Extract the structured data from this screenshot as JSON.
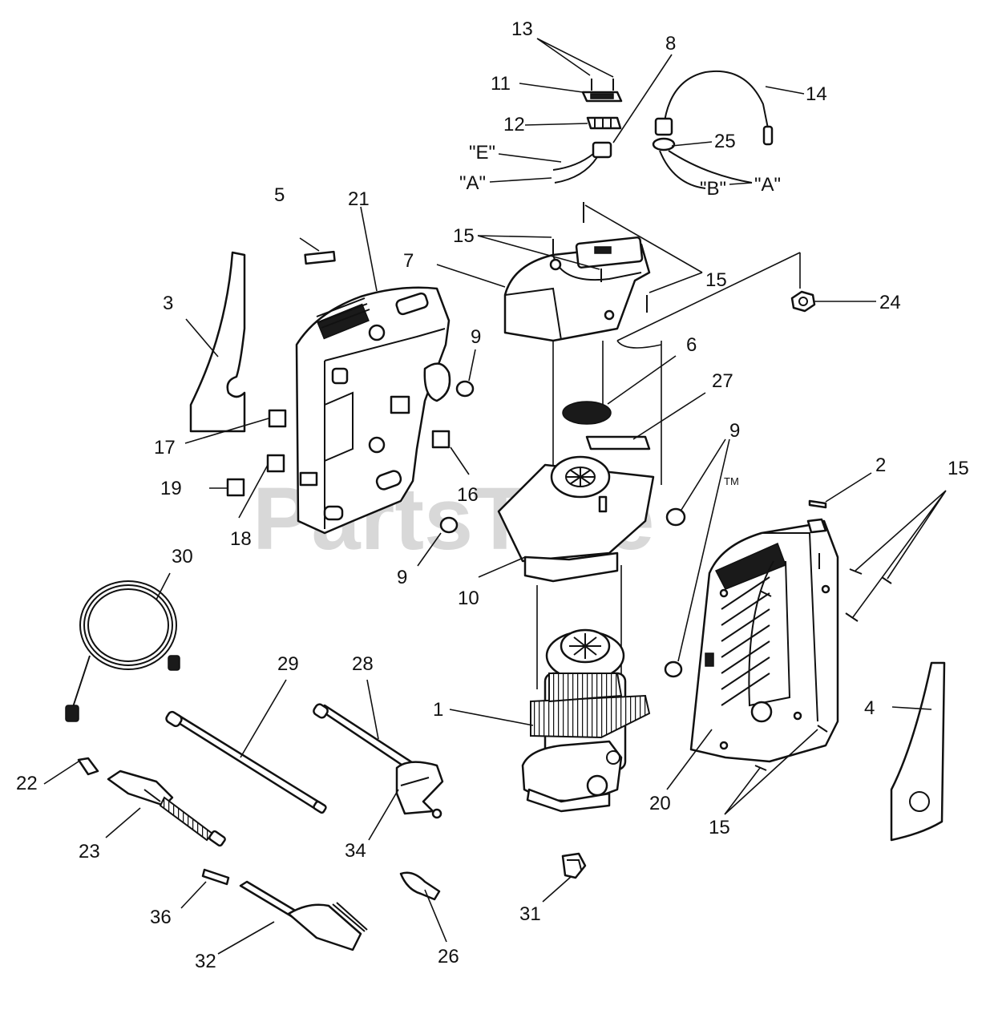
{
  "watermark": "PartsTree",
  "trademark": "TM",
  "callouts": [
    "13",
    "8",
    "11",
    "14",
    "12",
    "25",
    "\"E\"",
    "\"A\"",
    "\"A\"",
    "\"B\"",
    "5",
    "21",
    "15",
    "7",
    "15",
    "24",
    "3",
    "9",
    "6",
    "27",
    "17",
    "9",
    "15",
    "2",
    "16",
    "19",
    "18",
    "30",
    "9",
    "10",
    "29",
    "28",
    "1",
    "4",
    "22",
    "20",
    "23",
    "34",
    "15",
    "31",
    "36",
    "26",
    "32"
  ]
}
